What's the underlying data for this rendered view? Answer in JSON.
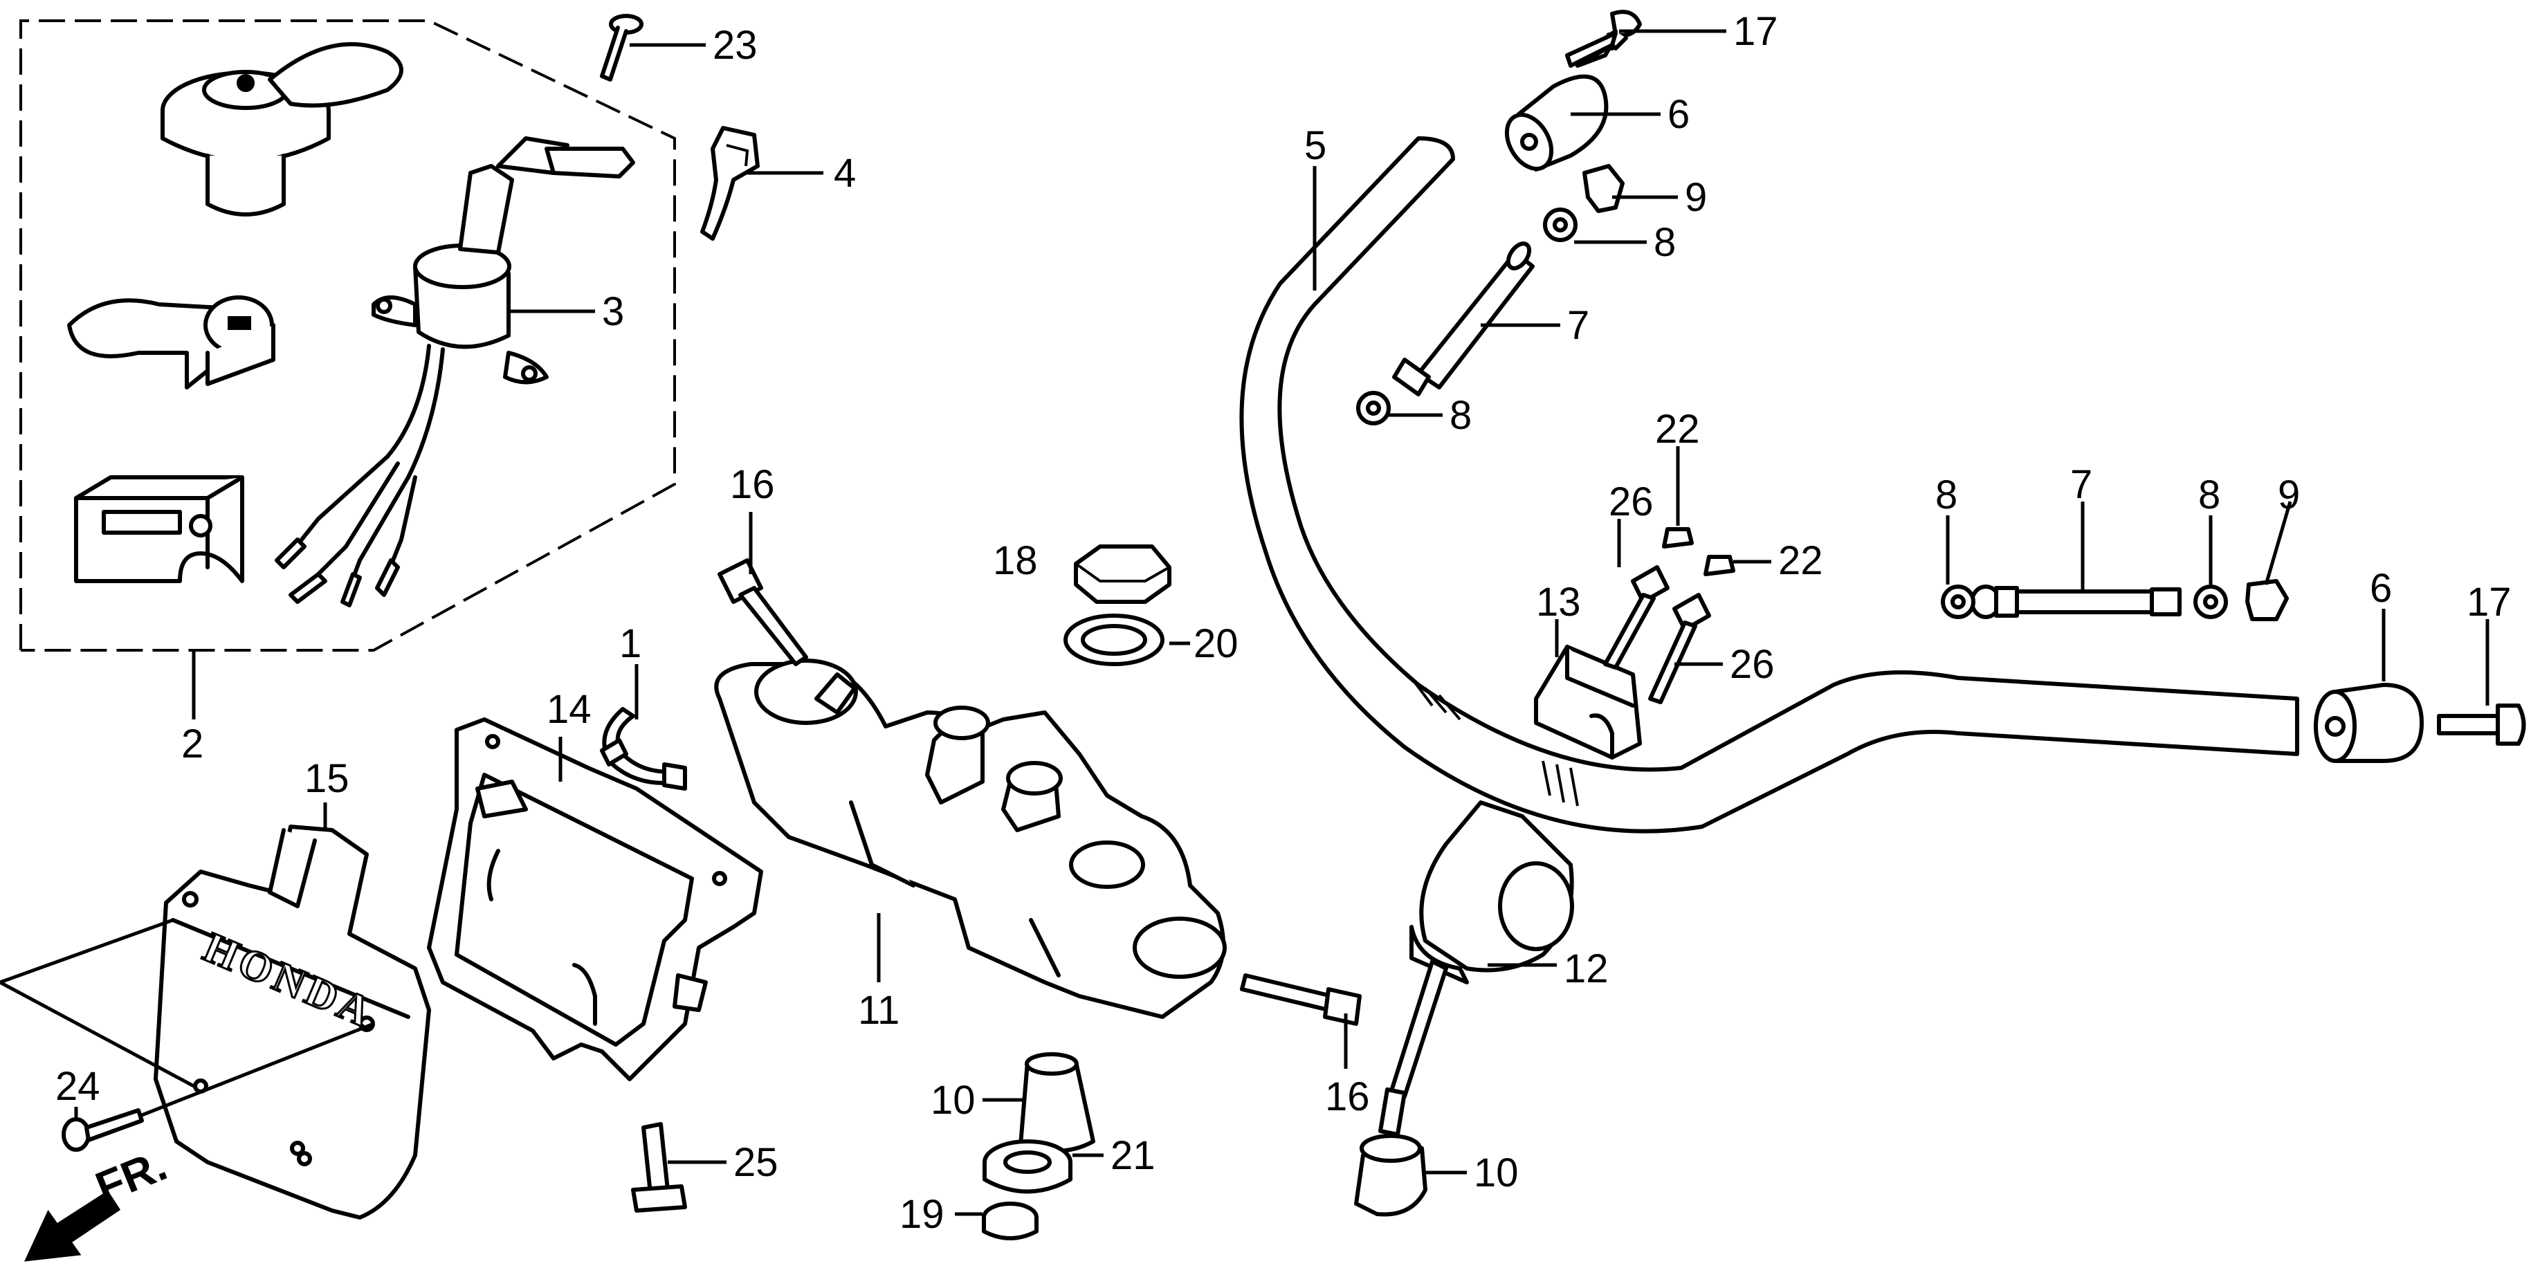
{
  "callouts": {
    "c1": "1",
    "c2": "2",
    "c3": "3",
    "c4": "4",
    "c5": "5",
    "c6a": "6",
    "c6b": "6",
    "c7a": "7",
    "c7b": "7",
    "c8a": "8",
    "c8b": "8",
    "c8c": "8",
    "c8d": "8",
    "c9a": "9",
    "c9b": "9",
    "c10a": "10",
    "c10b": "10",
    "c11": "11",
    "c12": "12",
    "c13": "13",
    "c14": "14",
    "c15": "15",
    "c16a": "16",
    "c16b": "16",
    "c17a": "17",
    "c17b": "17",
    "c18": "18",
    "c19": "19",
    "c20": "20",
    "c21": "21",
    "c22a": "22",
    "c22b": "22",
    "c23": "23",
    "c24": "24",
    "c25": "25",
    "c26a": "26",
    "c26b": "26"
  },
  "logo_text": "HONDA",
  "direction_label": "FR."
}
